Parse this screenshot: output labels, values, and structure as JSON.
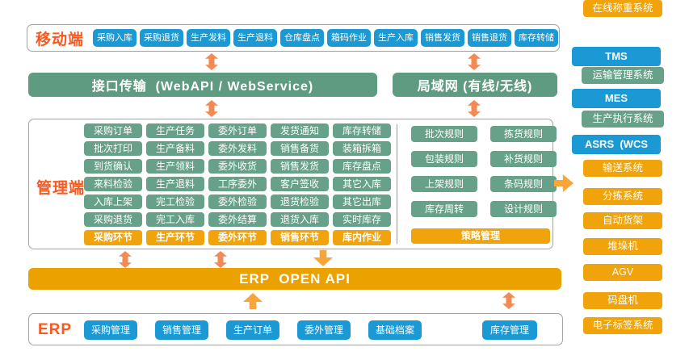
{
  "colors": {
    "blue": "#1a99d5",
    "green": "#68a189",
    "green_banner": "#5f9b81",
    "amber": "#f0a30a",
    "amber_banner": "#eba200",
    "orange_label": "#f9591f",
    "arrow_salmon": "#f18a54",
    "arrow_gold": "#f8a63b"
  },
  "mobile": {
    "label": "移动端",
    "buttons": [
      "采购入库",
      "采购退货",
      "生产发料",
      "生产退料",
      "仓库盘点",
      "箱码作业",
      "生产入库",
      "销售发货",
      "销售退货",
      "库存转储"
    ]
  },
  "banners": {
    "interface": "接口传输  (WebAPI / WebService)",
    "lan": "局域网 (有线/无线)"
  },
  "management": {
    "label": "管理端",
    "columns": [
      {
        "footer": "采购环节",
        "items": [
          "采购订单",
          "批次打印",
          "到货确认",
          "来料检验",
          "入库上架",
          "采购退货"
        ]
      },
      {
        "footer": "生产环节",
        "items": [
          "生产任务",
          "生产备料",
          "生产领料",
          "生产退料",
          "完工检验",
          "完工入库"
        ]
      },
      {
        "footer": "委外环节",
        "items": [
          "委外订单",
          "委外发料",
          "委外收货",
          "工序委外",
          "委外检验",
          "委外结算"
        ]
      },
      {
        "footer": "销售环节",
        "items": [
          "发货通知",
          "销售备货",
          "销售发货",
          "客户签收",
          "退货检验",
          "退货入库"
        ]
      },
      {
        "footer": "库内作业",
        "items": [
          "库存转储",
          "装箱拆箱",
          "库存盘点",
          "其它入库",
          "其它出库",
          "实时库存"
        ]
      }
    ],
    "rules": {
      "items": [
        "批次规则",
        "拣货规则",
        "包装规则",
        "补货规则",
        "上架规则",
        "条码规则",
        "库存周转",
        "设计规则"
      ],
      "footer": "策略管理"
    }
  },
  "api_banner": "ERP  OPEN API",
  "erp": {
    "label": "ERP",
    "buttons": [
      "采购管理",
      "销售管理",
      "生产订单",
      "委外管理",
      "基础档案"
    ],
    "right_button": "库存管理"
  },
  "right_panel": {
    "items": [
      {
        "label": "TMS",
        "type": "blue"
      },
      {
        "label": "运输管理系统",
        "type": "green"
      },
      {
        "label": "MES",
        "type": "blue"
      },
      {
        "label": "生产执行系统",
        "type": "green"
      },
      {
        "label": "ASRS  (WCS",
        "type": "blue"
      },
      {
        "label": "输送系统",
        "type": "orange"
      },
      {
        "label": "分拣系统",
        "type": "orange"
      },
      {
        "label": "自动货架",
        "type": "orange"
      },
      {
        "label": "堆垛机",
        "type": "orange"
      },
      {
        "label": "AGV",
        "type": "orange"
      },
      {
        "label": "码盘机",
        "type": "orange"
      },
      {
        "label": "电子标签系统",
        "type": "orange"
      },
      {
        "label": "在线称重系统",
        "type": "orange"
      }
    ]
  }
}
